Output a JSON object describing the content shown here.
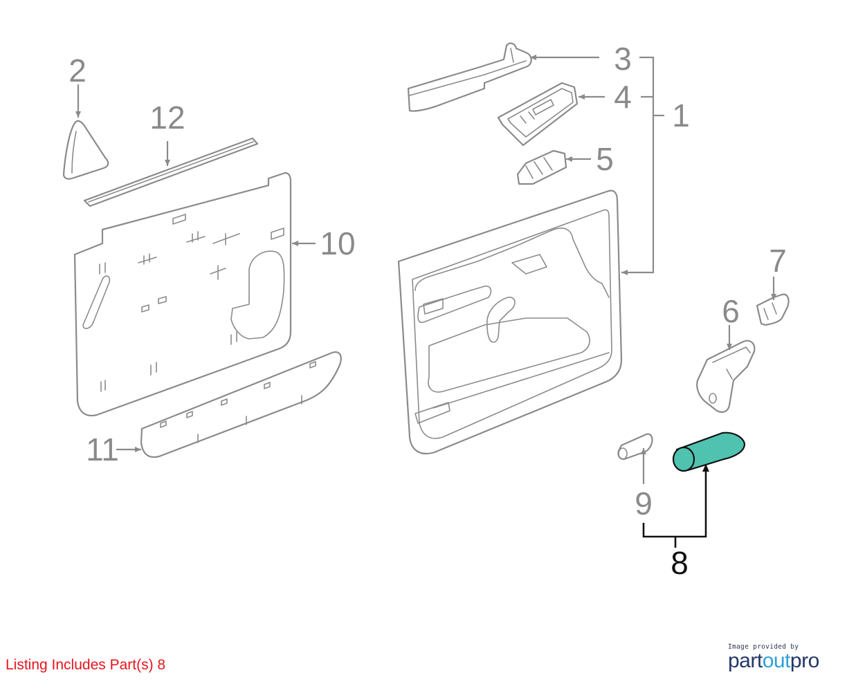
{
  "callouts": {
    "c1": "1",
    "c2": "2",
    "c3": "3",
    "c4": "4",
    "c5": "5",
    "c6": "6",
    "c7": "7",
    "c8": "8",
    "c9": "9",
    "c10": "10",
    "c11": "11",
    "c12": "12"
  },
  "highlighted_part": "8",
  "colors": {
    "highlight_fill": "#4fc3b0",
    "line_gray": "#8a8a8a",
    "note_red": "#e8141b"
  },
  "footer": {
    "listing_note": "Listing Includes Part(s) 8",
    "credit_line": "Image provided by",
    "brand_part1": "part",
    "brand_part2": "out",
    "brand_part3": "pro"
  }
}
